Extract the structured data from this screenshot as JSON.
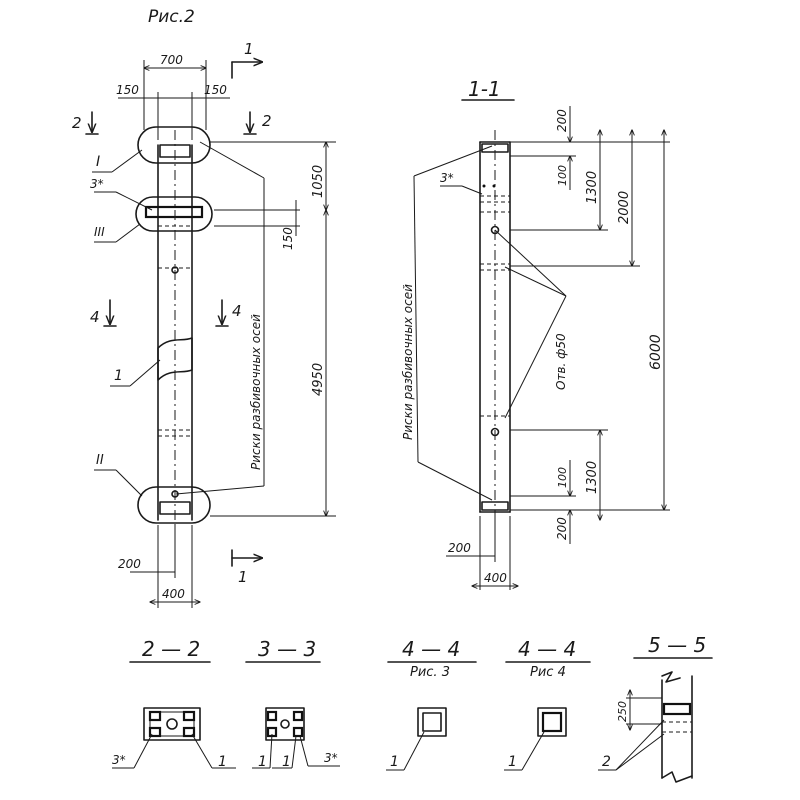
{
  "figure": {
    "label": "Рис.2"
  },
  "front_view": {
    "dims": {
      "top_total": "700",
      "top_left": "150",
      "top_right": "150",
      "upper": "1050",
      "step": "150",
      "lower": "4950",
      "bottom_offset": "200",
      "bottom_width": "400"
    },
    "section_marks": {
      "s1": "1",
      "s2": "2",
      "s4": "4"
    },
    "callouts": {
      "node1": "I",
      "part3": "3*",
      "node3": "III",
      "part1": "1",
      "node2": "II"
    },
    "axis_text": "Риски разбивочных осей"
  },
  "side_view": {
    "title": "1-1",
    "dims": {
      "top": "200",
      "d100_top": "100",
      "d1300_top": "1300",
      "d2000": "2000",
      "total": "6000",
      "d100_bot": "100",
      "d1300_bot": "1300",
      "bottom": "200",
      "offset": "200",
      "width": "400"
    },
    "callouts": {
      "part3": "3*"
    },
    "hole_text": "Отв. ф50",
    "axis_text": "Риски разбивочных осей"
  },
  "sections": [
    {
      "title": "2 — 2",
      "subtitle": "",
      "callouts": [
        "3*",
        "1"
      ]
    },
    {
      "title": "3 — 3",
      "subtitle": "",
      "callouts": [
        "1",
        "1",
        "3*"
      ]
    },
    {
      "title": "4 — 4",
      "subtitle": "Рис. 3",
      "callouts": [
        "1"
      ]
    },
    {
      "title": "4 — 4",
      "subtitle": "Рис 4",
      "callouts": [
        "1"
      ]
    },
    {
      "title": "5 — 5",
      "subtitle": "",
      "callouts": [
        "250",
        "2"
      ]
    }
  ]
}
